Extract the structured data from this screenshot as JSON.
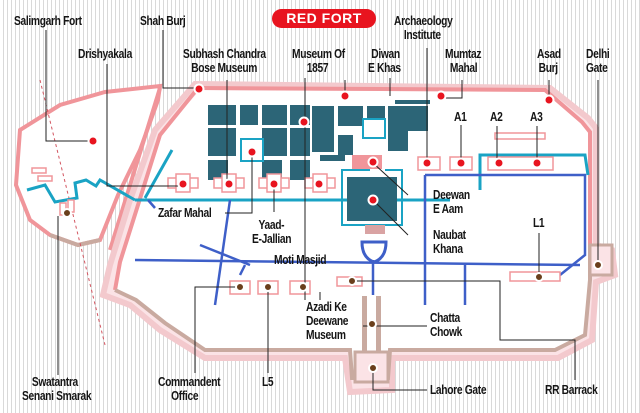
{
  "map": {
    "title": "RED FORT",
    "colors": {
      "wall": "#f0959a",
      "wall_fill": "#fbe3e6",
      "outer_wall": "#c9aaa0",
      "building": "#2c6577",
      "path_cyan": "#1aa3c4",
      "path_blue": "#3e5fc8",
      "marker_red": "#e8141f",
      "marker_brown": "#6a3f1c",
      "title_bg": "#e8141f"
    },
    "labels": {
      "salimgarh_fort": "Salimgarh Fort",
      "shah_burj": "Shah Burj",
      "drishyakala": "Drishyakala",
      "subhash_line1": "Subhash Chandra",
      "subhash_line2": "Bose Museum",
      "museum1857_line1": "Museum Of",
      "museum1857_line2": "1857",
      "diwan_khas_line1": "Diwan",
      "diwan_khas_line2": "E Khas",
      "archaeology_line1": "Archaeology",
      "archaeology_line2": "Institute",
      "mumtaz_line1": "Mumtaz",
      "mumtaz_line2": "Mahal",
      "asad_line1": "Asad",
      "asad_line2": "Burj",
      "delhi_line1": "Delhi",
      "delhi_line2": "Gate",
      "a1": "A1",
      "a2": "A2",
      "a3": "A3",
      "l1": "L1",
      "l5": "L5",
      "zafar_mahal": "Zafar Mahal",
      "yaad_line1": "Yaad-",
      "yaad_line2": "E-Jallian",
      "moti_masjid": "Moti Masjid",
      "deewan_aam_line1": "Deewan",
      "deewan_aam_line2": "E Aam",
      "naubat_line1": "Naubat",
      "naubat_line2": "Khana",
      "azadi_line1": "Azadi Ke",
      "azadi_line2": "Deewane",
      "azadi_line3": "Museum",
      "chatta_line1": "Chatta",
      "chatta_line2": "Chowk",
      "swatantra_line1": "Swatantra",
      "swatantra_line2": "Senani Smarak",
      "commandent_line1": "Commandent",
      "commandent_line2": "Office",
      "lahore_gate": "Lahore Gate",
      "rr_barrack": "RR Barrack"
    }
  }
}
